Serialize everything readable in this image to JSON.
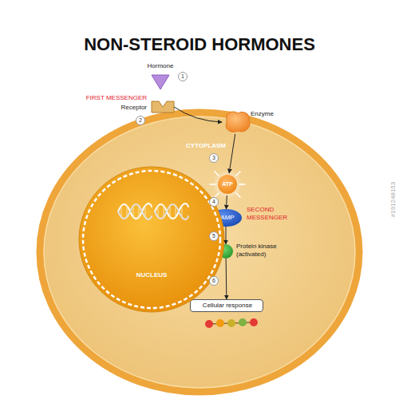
{
  "diagram": {
    "title": "NON-STEROID HORMONES",
    "nodes": [
      {
        "text": [
          "CYTOPLASM"
        ]
      },
      {
        "text": [
          "Hormone",
          "FIRST MESSENGER"
        ]
      },
      {
        "text": [
          "Receptor"
        ]
      },
      {
        "text": [
          "Enzyme"
        ],
        "in": 0
      },
      {
        "text": [
          "ATP"
        ],
        "in": 0
      },
      {
        "text": [
          "cAMP",
          "SECOND MESSENGER"
        ],
        "in": 0
      },
      {
        "text": [
          "Protein kinase (activated)"
        ],
        "in": 0
      },
      {
        "text": [
          "Cellular response"
        ],
        "in": 0
      },
      {
        "text": [
          "NUCLEUS"
        ],
        "in": 0
      }
    ],
    "edges": [
      {
        "from": 2,
        "to": 3,
        "arrow": "to",
        "label": "2"
      },
      {
        "from": 3,
        "to": 4,
        "arrow": "to",
        "label": "3"
      },
      {
        "from": 4,
        "to": 5,
        "arrow": "to",
        "label": "4"
      },
      {
        "from": 5,
        "to": 6,
        "arrow": "to",
        "label": "5"
      },
      {
        "from": 6,
        "to": 7,
        "arrow": "to",
        "label": "6"
      }
    ],
    "labels": [
      "1",
      "#191248153"
    ]
  }
}
